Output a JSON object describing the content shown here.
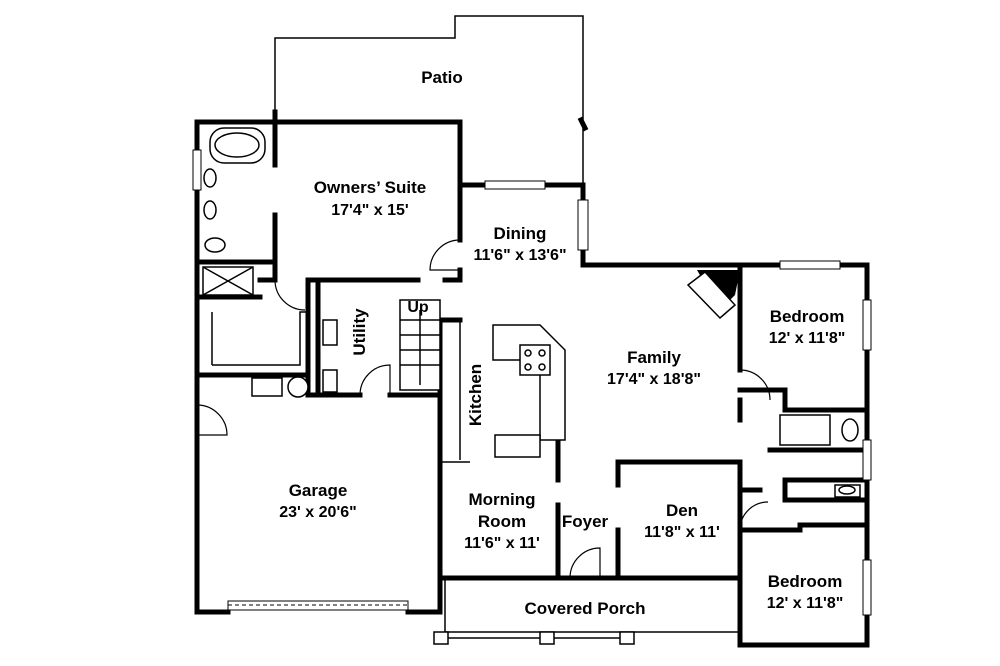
{
  "rooms": {
    "patio": {
      "name": "Patio"
    },
    "owners_suite": {
      "name": "Owners’ Suite",
      "size": "17'4\" x 15'"
    },
    "dining": {
      "name": "Dining",
      "size": "11'6\" x 13'6\""
    },
    "utility": {
      "name": "Utility"
    },
    "stair": {
      "name": "Up"
    },
    "kitchen": {
      "name": "Kitchen"
    },
    "family": {
      "name": "Family",
      "size": "17'4\" x 18'8\""
    },
    "bedroom_1": {
      "name": "Bedroom",
      "size": "12' x 11'8\""
    },
    "garage": {
      "name": "Garage",
      "size": "23' x 20'6\""
    },
    "morning_room": {
      "name": "Morning",
      "name2": "Room",
      "size": "11'6\" x 11'"
    },
    "foyer": {
      "name": "Foyer"
    },
    "den": {
      "name": "Den",
      "size": "11'8\" x 11'"
    },
    "covered_porch": {
      "name": "Covered Porch"
    },
    "bedroom_2": {
      "name": "Bedroom",
      "size": "12' x 11'8\""
    }
  }
}
